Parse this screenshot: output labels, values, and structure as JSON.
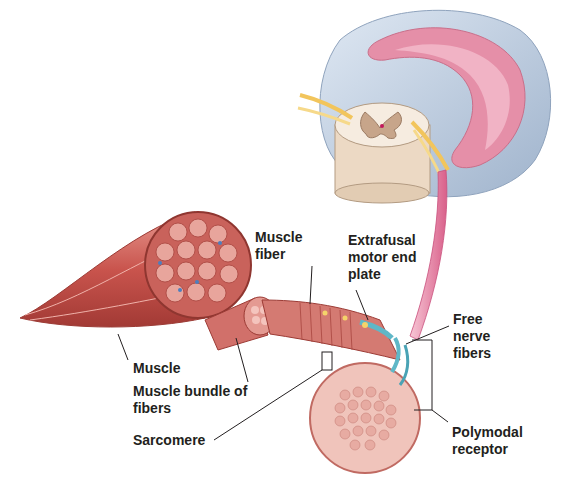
{
  "diagram": {
    "labels": [
      "Muscle fiber",
      "Extrafusal motor end plate",
      "Free nerve fibers",
      "Muscle",
      "Muscle bundle of fibers",
      "Sarcomere",
      "Polymodal receptor"
    ]
  }
}
